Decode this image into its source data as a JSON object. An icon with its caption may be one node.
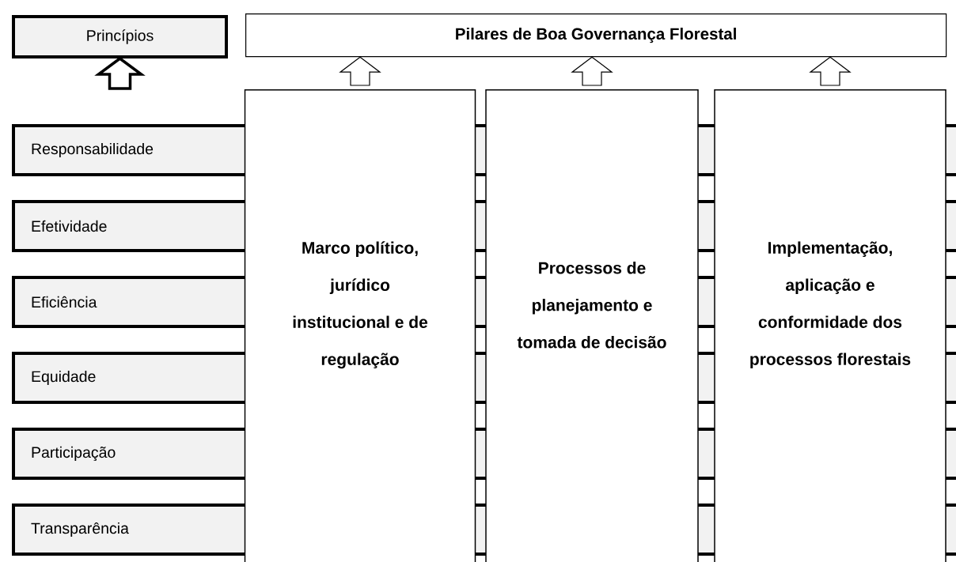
{
  "diagram": {
    "nodes": [
      {
        "text": [
          "Princípios"
        ]
      },
      {
        "text": [
          "Pilares de Boa Governança Florestal"
        ]
      },
      {
        "text": [
          "Responsabilidade"
        ]
      },
      {
        "text": [
          "Efetividade"
        ]
      },
      {
        "text": [
          "Eficiência"
        ]
      },
      {
        "text": [
          "Equidade"
        ]
      },
      {
        "text": [
          "Participação"
        ]
      },
      {
        "text": [
          "Transparência"
        ]
      },
      {
        "text": [
          "Marco político, jurídico institucional e de regulação"
        ]
      },
      {
        "text": [
          "Processos de planejamento e tomada de decisão"
        ]
      },
      {
        "text": [
          "Implementação, aplicação e conformidade dos processos florestais"
        ]
      }
    ],
    "edges": [
      {
        "from": null,
        "to": 0,
        "arrow": "to",
        "style": "thick"
      },
      {
        "from": 8,
        "to": 1,
        "arrow": "to"
      },
      {
        "from": 9,
        "to": 1,
        "arrow": "to"
      },
      {
        "from": 10,
        "to": 1,
        "arrow": "to"
      }
    ]
  }
}
